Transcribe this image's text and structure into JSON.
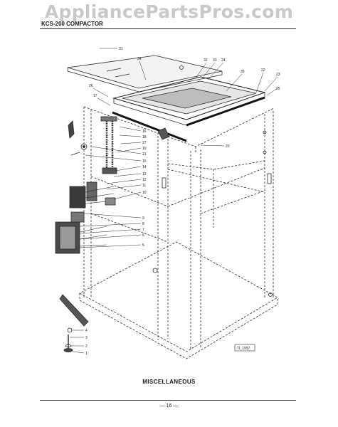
{
  "watermark": "AppliancePartsPros.com",
  "header": {
    "model": "KCS-200 COMPACTOR"
  },
  "section_title": "MISCELLANEOUS",
  "page_number": "— 16 —",
  "figure_ref": "TL 1957",
  "callouts": [
    "31",
    "34",
    "32",
    "33",
    "24",
    "26",
    "35",
    "22",
    "23",
    "25",
    "17",
    "16",
    "18",
    "27",
    "19",
    "21",
    "20",
    "15",
    "14",
    "13",
    "12",
    "11",
    "10",
    "9",
    "8",
    "7",
    "6",
    "5",
    "4",
    "3",
    "2",
    "1"
  ]
}
